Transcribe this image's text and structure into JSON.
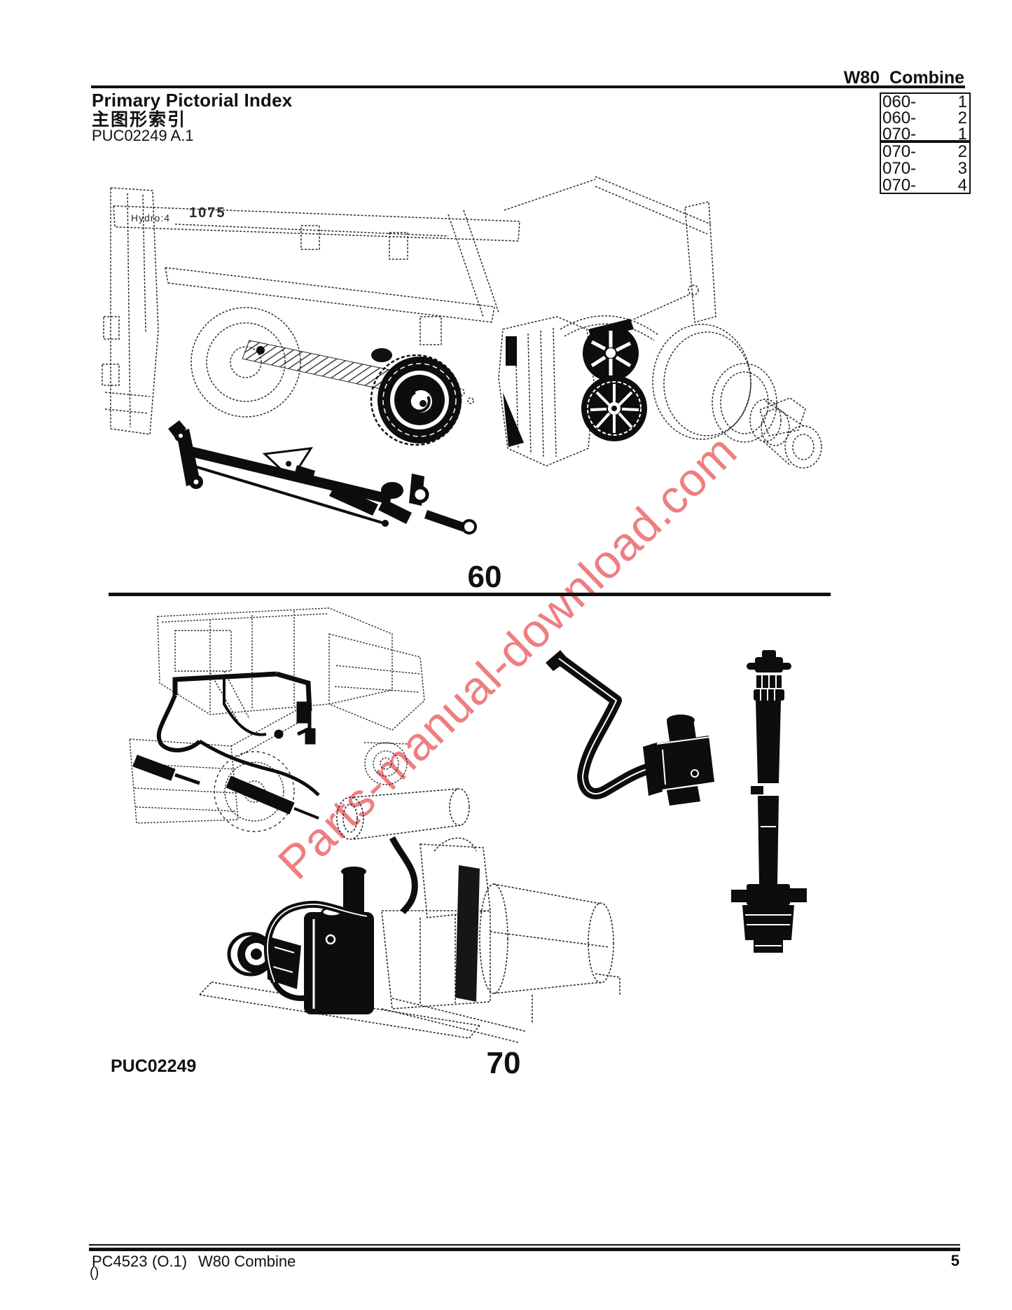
{
  "header": {
    "model": "W80 Combine"
  },
  "title_block": {
    "title": "Primary Pictorial Index",
    "title_cn": "主图形索引",
    "reference": "PUC02249 A.1"
  },
  "index_table": {
    "groups": [
      {
        "rows": [
          {
            "code": "060-",
            "sheet": "1"
          },
          {
            "code": "060-",
            "sheet": "2"
          },
          {
            "code": "070-",
            "sheet": "1"
          }
        ]
      },
      {
        "rows": [
          {
            "code": "070-",
            "sheet": "2"
          },
          {
            "code": "070-",
            "sheet": "3"
          },
          {
            "code": "070-",
            "sheet": "4"
          }
        ]
      }
    ]
  },
  "figures": [
    {
      "number": "60",
      "annotations": [
        "Hydro:4",
        "1075"
      ]
    },
    {
      "number": "70",
      "caption": "PUC02249"
    }
  ],
  "watermark": {
    "text": "Parts-manual-download.com",
    "color": "#ee7e80"
  },
  "footer": {
    "doc_number": "PC4523",
    "revision": "(O.1)",
    "model": "W80 Combine",
    "page_number": "5",
    "note": "()"
  }
}
